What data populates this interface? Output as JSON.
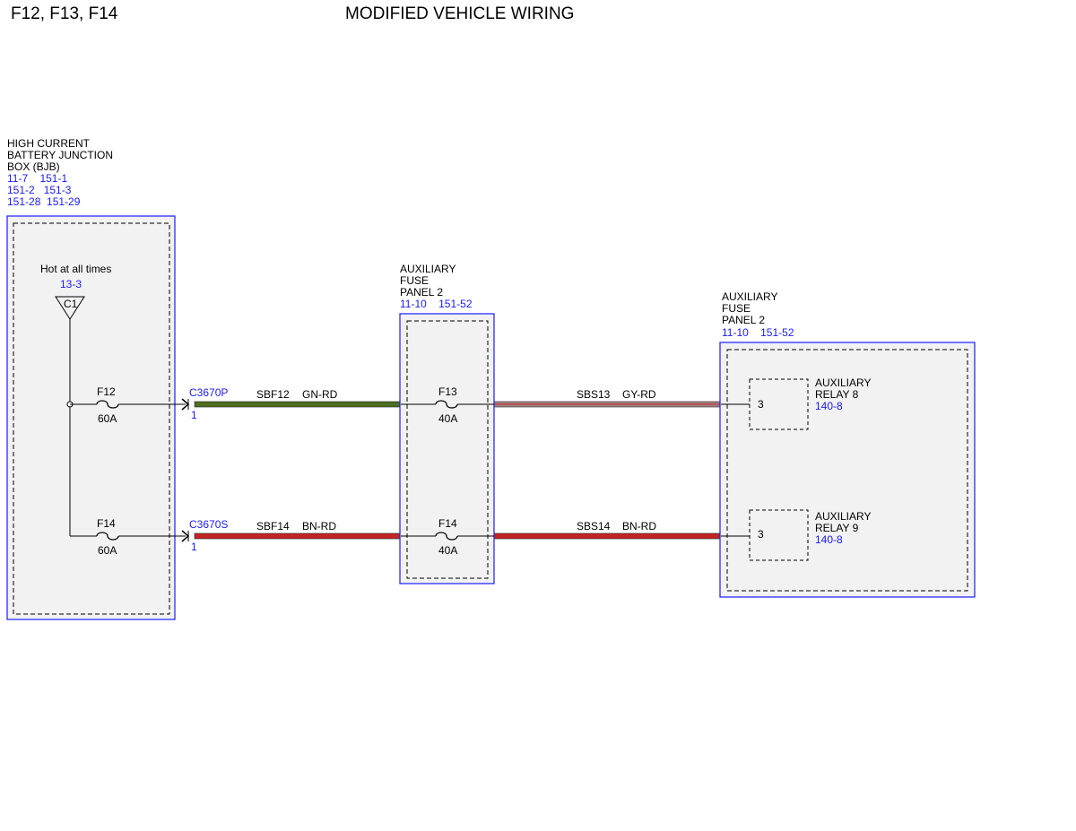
{
  "header": {
    "page_ids": "F12, F13, F14",
    "title": "MODIFIED VEHICLE WIRING"
  },
  "bjb": {
    "name_lines": [
      "HIGH CURRENT",
      "BATTERY JUNCTION",
      "BOX (BJB)"
    ],
    "refs": [
      "11-7    151-1",
      "151-2   151-3",
      "151-28  151-29"
    ],
    "hot_label": "Hot at all times",
    "hot_ref": "13-3",
    "connector": "C1",
    "fuse_top": {
      "name": "F12",
      "rating": "60A"
    },
    "fuse_bottom": {
      "name": "F14",
      "rating": "60A"
    }
  },
  "connectors": {
    "top": {
      "id": "C3670P",
      "pin": "1"
    },
    "bottom": {
      "id": "C3670S",
      "pin": "1"
    }
  },
  "wires": {
    "sbf12": {
      "circuit": "SBF12",
      "color_code": "GN-RD",
      "color": "#4d6e1f"
    },
    "sbf14": {
      "circuit": "SBF14",
      "color_code": "BN-RD",
      "color": "#c42424"
    },
    "sbs13": {
      "circuit": "SBS13",
      "color_code": "GY-RD",
      "color": "#a48486"
    },
    "sbs14": {
      "circuit": "SBS14",
      "color_code": "BN-RD",
      "color": "#c42424"
    }
  },
  "aux_fuse_panel": {
    "name_lines": [
      "AUXILIARY",
      "FUSE",
      "PANEL 2"
    ],
    "refs": "11-10    151-52",
    "fuse_top": {
      "name": "F13",
      "rating": "40A"
    },
    "fuse_bottom": {
      "name": "F14",
      "rating": "40A"
    }
  },
  "aux_relay_panel": {
    "name_lines": [
      "AUXILIARY",
      "FUSE",
      "PANEL 2"
    ],
    "refs": "11-10    151-52",
    "relay_top": {
      "pin": "3",
      "name_lines": [
        "AUXILIARY",
        "RELAY 8"
      ],
      "ref": "140-8"
    },
    "relay_bottom": {
      "pin": "3",
      "name_lines": [
        "AUXILIARY",
        "RELAY 9"
      ],
      "ref": "140-8"
    }
  },
  "colors": {
    "component_border": "#1a1aff",
    "component_fill": "#f2f2f2",
    "ref_text": "#1a1aff"
  }
}
